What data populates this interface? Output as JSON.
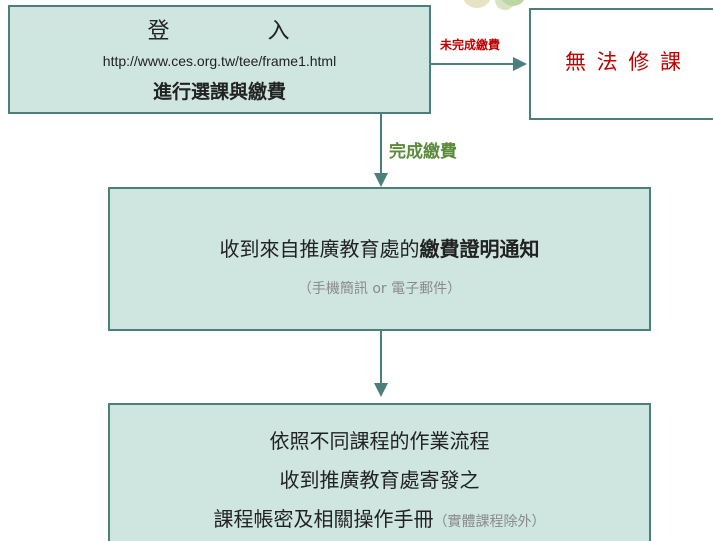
{
  "login_box": {
    "title": "登　　　　入",
    "url": "http://www.ces.org.tw/tee/frame1.html",
    "action": "進行選課與繳費"
  },
  "fail_branch": {
    "condition": "未完成繳費",
    "result": "無 法 修 課"
  },
  "success_branch": {
    "condition": "完成繳費"
  },
  "notice_box": {
    "text_prefix": "收到來自推廣教育處的",
    "text_bold": "繳費證明通知",
    "sub": "（手機簡訊 or 電子郵件）"
  },
  "final_box": {
    "line1": "依照不同課程的作業流程",
    "line2": "收到推廣教育處寄發之",
    "line3": "課程帳密及相關操作手冊",
    "line3_note": "（實體課程除外）"
  },
  "colors": {
    "box_fill": "#cfe6e0",
    "box_border": "#4a7f7a",
    "fail_label": "#c00000",
    "success_label": "#5a8a3a"
  }
}
